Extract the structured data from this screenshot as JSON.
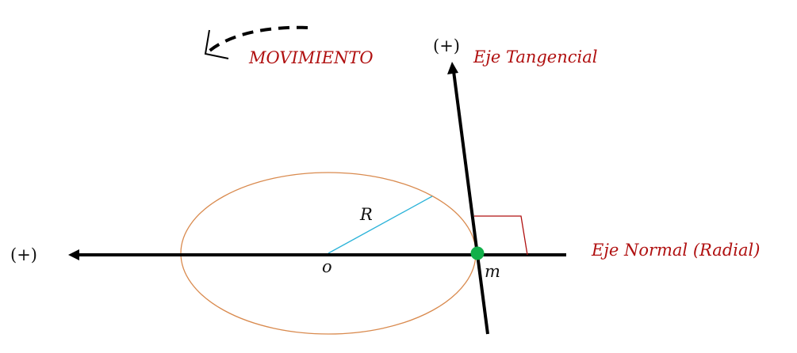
{
  "labels": {
    "movement": "MOVIMIENTO",
    "tangential_axis": "Eje Tangencial",
    "normal_axis": "Eje Normal (Radial)",
    "plus_top": "(+)",
    "plus_left": "(+)",
    "radius": "R",
    "origin": "o",
    "mass": "m"
  },
  "colors": {
    "circle": "#d98a4e",
    "radius": "#2bb3d9",
    "axis": "#000000",
    "mass": "#12b04a",
    "right_angle": "#b01010",
    "label_red": "#b01010"
  }
}
